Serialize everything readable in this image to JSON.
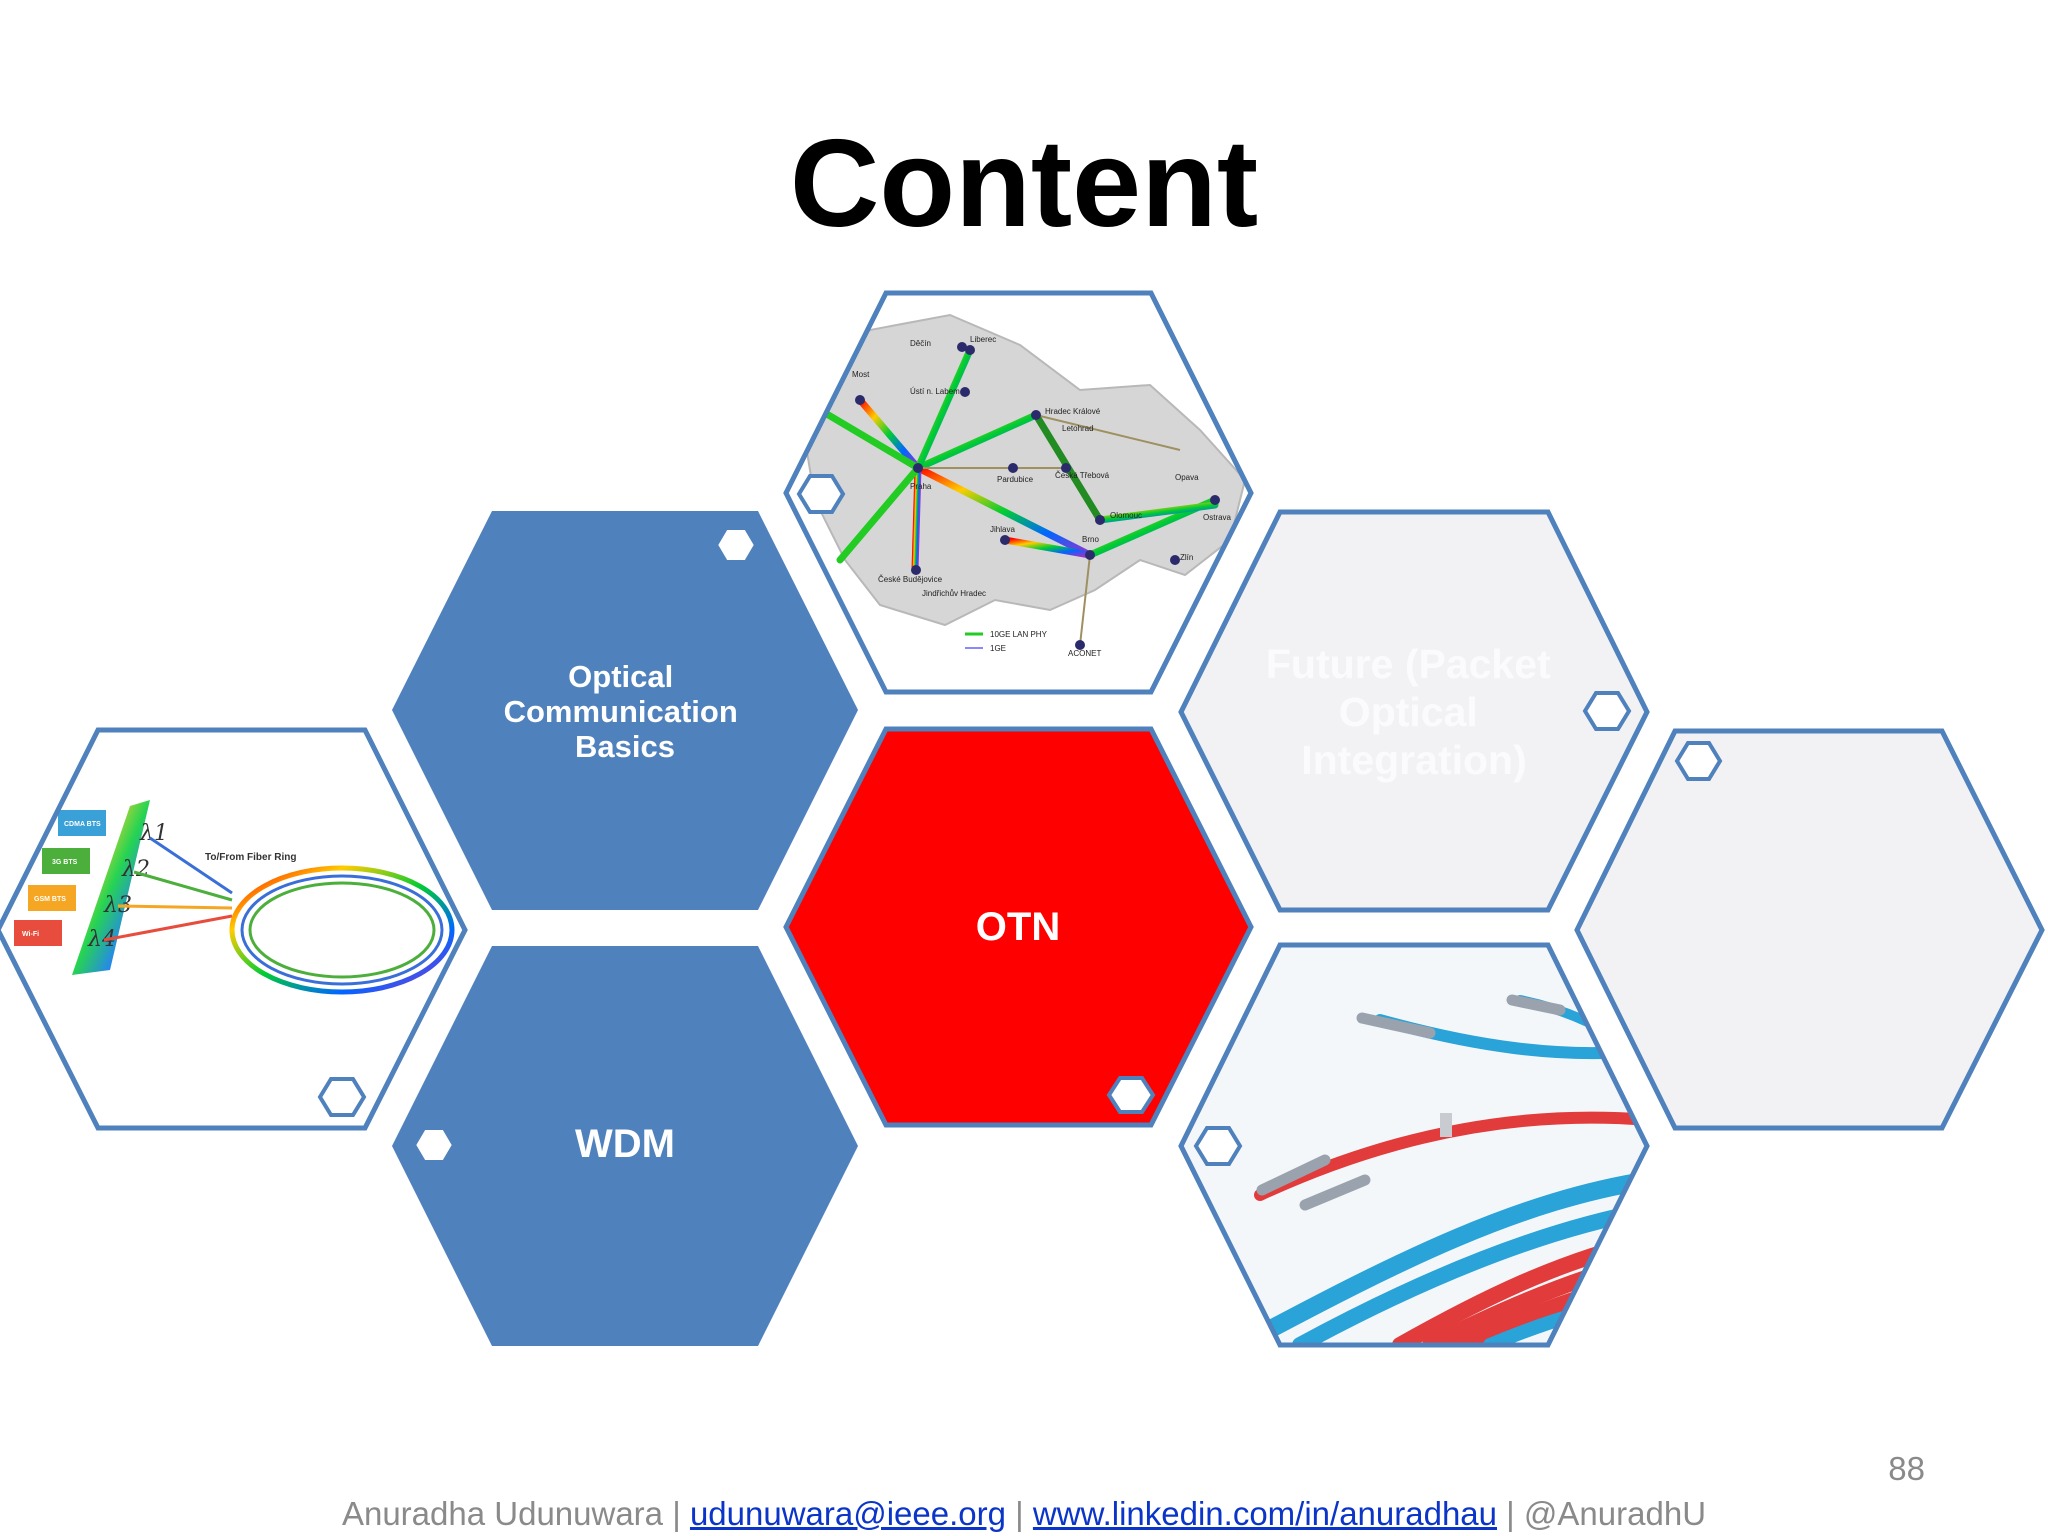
{
  "slide": {
    "title": "Content",
    "page_number": "88"
  },
  "hexagons": {
    "optical_basics": {
      "label_lines": [
        "Optical",
        "Communication",
        "Basics"
      ],
      "color": "#4f81bd"
    },
    "wdm": {
      "label": "WDM",
      "color": "#4f81bd"
    },
    "otn": {
      "label": "OTN",
      "color": "#ff0000"
    },
    "future": {
      "label_lines": [
        "Future (Packet",
        "Optical",
        "Integration)"
      ],
      "color": "#f2f2f4"
    },
    "czech_map": {
      "image": "czech-optical-network-map",
      "map_labels": [
        "Děčín",
        "Liberec",
        "Most",
        "Ústí n. Labem",
        "Hradec Králové",
        "Letohrad",
        "Praha",
        "Pardubice",
        "Česká Třebová",
        "Olomouc",
        "Opava",
        "Ostrava",
        "Jihlava",
        "Brno",
        "Zlín",
        "České Budějovice",
        "Jindřichův Hradec",
        "ACONET"
      ],
      "legend": [
        "10GE LAN PHY",
        "1GE"
      ]
    },
    "fiber_ring": {
      "image": "fiber-ring-wdm-diagram",
      "labels": [
        "CDMA BTS",
        "3G BTS",
        "GSM BTS",
        "Wi-Fi",
        "To/From Fiber Ring"
      ],
      "lambdas": [
        "λ1",
        "λ2",
        "λ3",
        "λ4"
      ]
    },
    "fiber_cables": {
      "image": "fiber-optic-cables-photo"
    },
    "empty_right": {
      "color": "#f2f2f4"
    }
  },
  "colors": {
    "hex_border": "#4f81bd",
    "accent_blue": "#4f81bd",
    "accent_red": "#ff0000",
    "light_gray": "#f2f2f4"
  },
  "footer": {
    "author": "Anuradha Udunuwara | ",
    "email": "udunuwara@ieee.org",
    "sep1": "  | ",
    "linkedin": "www.linkedin.com/in/anuradhau",
    "sep2": "  | @AnuradhU"
  }
}
